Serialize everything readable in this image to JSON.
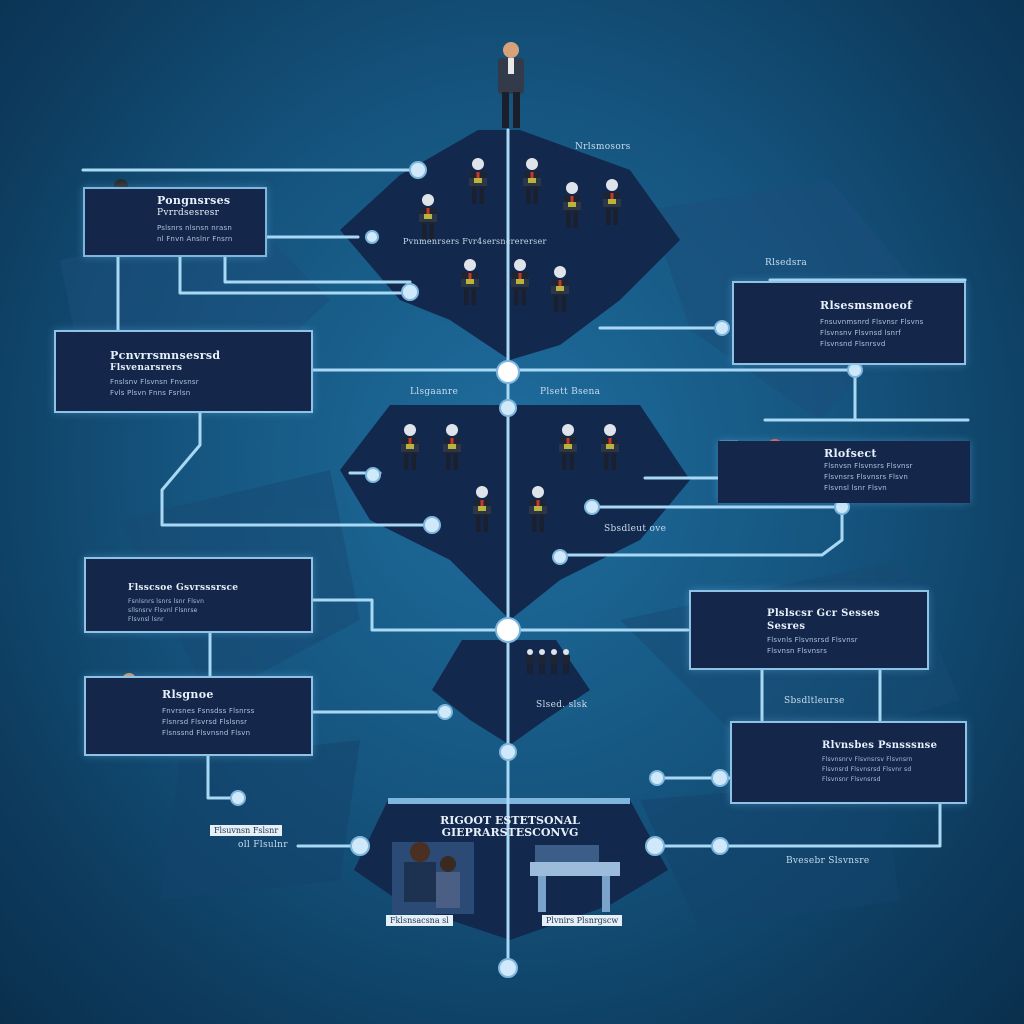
{
  "chart_data": null,
  "captions": {
    "top_right": "Nrlsmosors",
    "tier1_bar": "Pvnmenrsers  Fvr4sersncrererser",
    "side_right": "Rlsedsra",
    "tier2_left": "Llsgaanre",
    "tier2_right": "Plsett Bsena",
    "tier2_side": "Sbsdleut ove",
    "tier3_bar": "Slsed. slsk",
    "right_mid": "Sbsdltleurse",
    "left_box": "Flsuvnsn Fslsnr",
    "left_box_2": "oll Flsulnr",
    "right_bottom": "Bvesebr Slsvnsre",
    "bottom_left_box": "Fklsnsacsna sl",
    "bottom_right_box": "Plvnirs Plsnrgscw"
  },
  "panels": {
    "p1": {
      "title": "Pongnsrses",
      "subtitle": "Pvrrdsesresr",
      "body": "Pslsnrs nlsnsn nrasn\nnl Fnvn Anslnr Fnsrn"
    },
    "p2": {
      "title": "Pcnvrrsmnsesrsd",
      "subtitle": "Flsvenarsrers",
      "body": "Fnslsnv Flsvnsn Fnvsnsr\nFvls Plsvn Fnns Fsrlsn"
    },
    "p3": {
      "title": "Flsscsoe Gsvrsssrsce",
      "subtitle": "",
      "body": "Fsnlsnrs lsnrs lsnr Flsvn\nsllsnsrv Flsvnl Flsnrse\nFlsvnsl lsnr"
    },
    "p4": {
      "title": "Rlsgnoe",
      "subtitle": "",
      "body": "Fnvrsnes Fsnsdss Flsnrss\nFlsnrsd Flsvrsd Flslsnsr\nFlsnssnd Flsvnsnd Flsvn"
    },
    "p5": {
      "title": "Rlsesmsmoeof",
      "subtitle": "",
      "body": "Fnsuvnmsnrd Flsvnsr Flsvns\nFlsvnsnv Flsvnsd lsnrf\nFlsvnsnd Flsnrsvd"
    },
    "p6": {
      "title": "Rlofsect",
      "subtitle": "",
      "body": "Flsnvsn Flsvnsrs Flsvnsr\nFlsvnsrs Flsvnsrs Flsvn\nFlsvnsl lsnr Flsvn"
    },
    "p7": {
      "title": "Plslscsr Gcr Sesses",
      "subtitle": "Sesres",
      "body": "Flsvnls Flsvnsrsd Flsvnsr\nFlsvnsn Flsvnsrs"
    },
    "p8": {
      "title": "Rlvnsbes Psnsssnse",
      "subtitle": "",
      "body": "Flsvnsnrv Flsvnsrsv Flsvnsrn\nFlsvnsrd Flsvnsrsd Flsvnr sd\nFlsvnsnr Flsvnsrsd"
    }
  },
  "bottom": {
    "title_line1": "RIGOOT ESTETSONAL",
    "title_line2": "GIEPRARSTESCONVG"
  },
  "colors": {
    "background": "#15557f",
    "dark_shape": "#13284d",
    "panel_fill": "#14264a",
    "connector": "#a9d8f5",
    "node_fill": "#cfe9fb",
    "accent_red": "#d9302a"
  },
  "icons": [
    "person-icon",
    "executive-icon",
    "building-icon",
    "server-icon",
    "document-icon"
  ]
}
